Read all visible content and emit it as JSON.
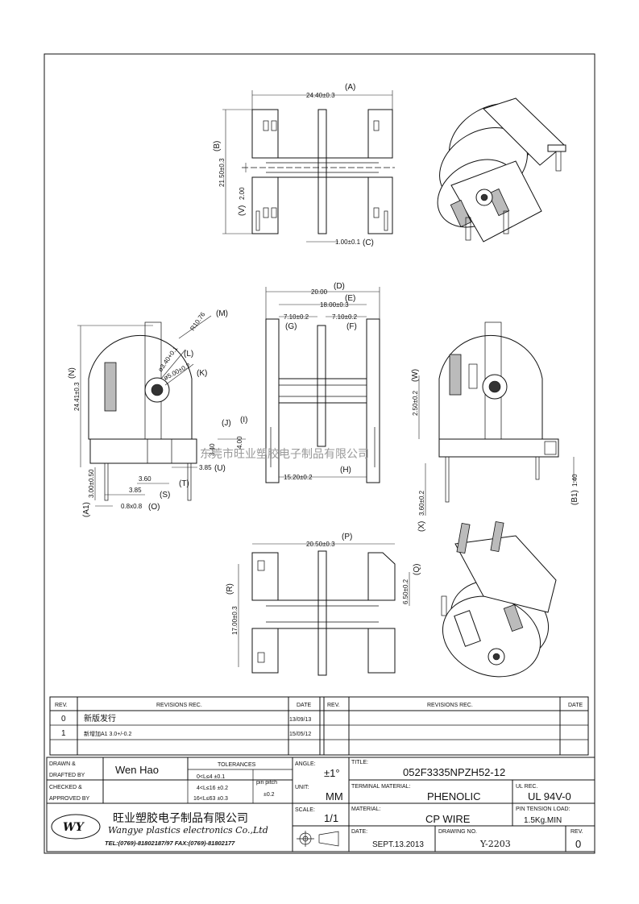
{
  "dimensions": {
    "a": "24.40±0.3",
    "a_tag": "(A)",
    "b": "21.50±0.3",
    "b_tag": "(B)",
    "v": "2.00",
    "v_tag": "(V)",
    "c": "1.00±0.1",
    "c_tag": "(C)",
    "d": "20.00",
    "d_tag": "(D)",
    "e": "18.00±0.3",
    "e_tag": "(E)",
    "g": "7.10±0.2",
    "g_tag": "(G)",
    "f": "7.10±0.2",
    "f_tag": "(F)",
    "m": "R10.76",
    "m_tag": "(M)",
    "l": "ø3.40+0.1",
    "l_tag": "(L)",
    "k": "ø5.00±0.2",
    "k_tag": "(K)",
    "n_tag": "(N)",
    "n": "24.41±0.3",
    "j_tag": "(J)",
    "j": "3.40",
    "i_tag": "(I)",
    "i": "4.00",
    "u": "3.85",
    "u_tag": "(U)",
    "t": "3.60",
    "t_tag": "(T)",
    "s": "3.85",
    "s_tag": "(S)",
    "o": "0.8x0.8",
    "o_tag": "(O)",
    "a1": "3.00±0.50",
    "a1_tag": "(A1)",
    "h": "15.20±0.2",
    "h_tag": "(H)",
    "w": "2.50±0.2",
    "w_tag": "(W)",
    "x": "3.60±0.2",
    "x_tag": "(X)",
    "b1": "1.40",
    "b1_tag": "(B1)",
    "p": "20.50±0.3",
    "p_tag": "(P)",
    "q": "6.50±0.2",
    "q_tag": "(Q)",
    "r": "17.00±0.3",
    "r_tag": "(R)"
  },
  "watermark": "东莞市旺业塑胶电子制品有限公司",
  "revisions": {
    "rev_header": "REV.",
    "rev_rec_header": "REVISIONS   REC.",
    "date_header": "DATE",
    "rows": [
      {
        "rev": "0",
        "text": "新版发行",
        "date": "13/09/13"
      },
      {
        "rev": "1",
        "text": "新增加A1  3.0+/-0.2",
        "date": "15/05/12"
      }
    ]
  },
  "title_block": {
    "drawn_label": "DRAWN &",
    "drafted_label": "DRAFTED BY",
    "drafter": "Wen Hao",
    "checked_label": "CHECKED &",
    "approved_label": "APPROVED BY",
    "tolerances_label": "TOLERANCES",
    "tol_1": "0<L≤4   ±0.1",
    "tol_2": "4<L≤16  ±0.2",
    "tol_3": "16<L≤63 ±0.3",
    "pin_pitch_label": "pin pitch",
    "pin_pitch_value": "±0.2",
    "angle_label": "ANGLE:",
    "angle_value": "±1°",
    "unit_label": "UNIT:",
    "unit_value": "MM",
    "scale_label": "SCALE:",
    "scale_value": "1/1",
    "title_label": "TITLE:",
    "title_value": "052F3335NPZH52-12",
    "terminal_label": "TERMINAL MATERIAL:",
    "terminal_value": "PHENOLIC",
    "ul_label": "UL REC.",
    "ul_value": "UL 94V-0",
    "material_label": "MATERIAL:",
    "material_value": "CP WIRE",
    "pin_tension_label": "PIN TENSION LOAD:",
    "pin_tension_value": "1.5Kg.MIN",
    "date_label": "DATE:",
    "date_value": "SEPT.13.2013",
    "drawing_no_label": "DRAWING NO.",
    "drawing_no_value": "Y-2203",
    "rev_label": "REV.",
    "rev_value": "0",
    "company_cn": "旺业塑胶电子制品有限公司",
    "company_en": "Wangye plastics electronics Co.,Ltd",
    "contact": "TEL:(0769)-81802187/97  FAX:(0769)-81802177",
    "logo_text": "WY"
  }
}
